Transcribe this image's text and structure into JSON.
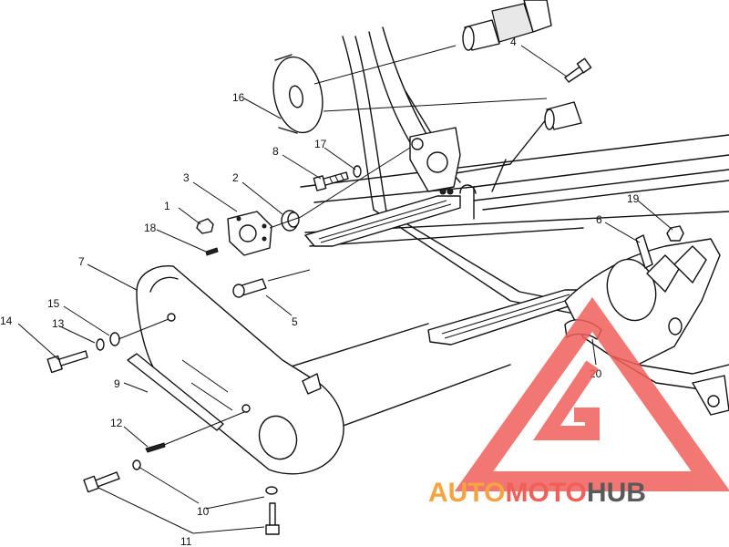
{
  "callouts": [
    {
      "id": "c1",
      "label": "1"
    },
    {
      "id": "c2",
      "label": "2"
    },
    {
      "id": "c3",
      "label": "3"
    },
    {
      "id": "c4",
      "label": "4"
    },
    {
      "id": "c5",
      "label": "5"
    },
    {
      "id": "c6",
      "label": "6"
    },
    {
      "id": "c7",
      "label": "7"
    },
    {
      "id": "c8",
      "label": "8"
    },
    {
      "id": "c9",
      "label": "9"
    },
    {
      "id": "c10",
      "label": "10"
    },
    {
      "id": "c11",
      "label": "11"
    },
    {
      "id": "c12",
      "label": "12"
    },
    {
      "id": "c13",
      "label": "13"
    },
    {
      "id": "c14",
      "label": "14"
    },
    {
      "id": "c15",
      "label": "15"
    },
    {
      "id": "c16",
      "label": "16"
    },
    {
      "id": "c17",
      "label": "17"
    },
    {
      "id": "c18",
      "label": "18"
    },
    {
      "id": "c19",
      "label": "19"
    },
    {
      "id": "c20",
      "label": "20"
    }
  ],
  "watermark": {
    "part1": "AUTO",
    "part2": "MOTO",
    "part3": "HUB",
    "colors": {
      "auto": "#f5a441",
      "moto": "#f0605a",
      "hub": "#5a5a5a",
      "logo": "#f0605a"
    }
  }
}
